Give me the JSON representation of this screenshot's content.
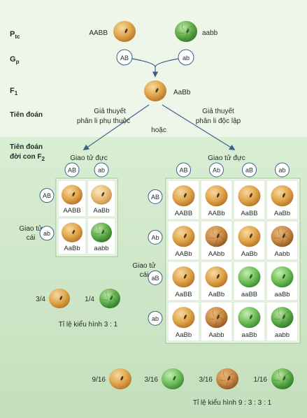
{
  "colors": {
    "background_top": "#eef6ea",
    "background_bottom": "#cfe6c8",
    "grid_cell": "#ffffff",
    "grid_border": "#9bc58e",
    "arrow": "#3a5f8c",
    "circle_border": "#3a5f8c"
  },
  "rows": {
    "ptc": {
      "P": "P",
      "sub": "tc",
      "left_genotype": "AABB",
      "right_genotype": "aabb"
    },
    "gp": {
      "G": "G",
      "sub": "p",
      "gamete_left": "AB",
      "gamete_right": "ab"
    },
    "f1": {
      "F": "F",
      "sub": "1",
      "genotype": "AaBb"
    },
    "prediction": "Tiên đoán",
    "hypothesis_left": [
      "Giả thuyết",
      "phân li phụ thuộc"
    ],
    "hypothesis_right": [
      "Giả thuyết",
      "phân li độc lập"
    ],
    "or_word": "hoặc",
    "f2_prediction": [
      "Tiên đoán",
      "đời con F"
    ],
    "f2_sub": "2"
  },
  "left_cross": {
    "male_title": "Giao tử đực",
    "female_title": [
      "Giao tử",
      "cái"
    ],
    "male_gametes": [
      "AB",
      "ab"
    ],
    "female_gametes": [
      "AB",
      "ab"
    ],
    "cells": [
      [
        {
          "genotype": "AABB",
          "seed": "yellow-smooth"
        },
        {
          "genotype": "AaBb",
          "seed": "yellow-pale"
        }
      ],
      [
        {
          "genotype": "AaBb",
          "seed": "yellow-smooth"
        },
        {
          "genotype": "aabb",
          "seed": "green-wrinkled"
        }
      ]
    ],
    "ratios": [
      {
        "label": "3/4",
        "seed": "yellow-smooth"
      },
      {
        "label": "1/4",
        "seed": "green-wrinkled"
      }
    ],
    "caption": "Tỉ lệ kiểu hình 3 : 1"
  },
  "right_cross": {
    "male_title": "Giao tử đực",
    "female_title": [
      "Giao tử",
      "cái"
    ],
    "male_gametes": [
      "AB",
      "Ab",
      "aB",
      "ab"
    ],
    "female_gametes": [
      "AB",
      "Ab",
      "aB",
      "ab"
    ],
    "cells": [
      [
        {
          "genotype": "AABB",
          "seed": "yellow-smooth"
        },
        {
          "genotype": "AABb",
          "seed": "yellow-smooth"
        },
        {
          "genotype": "AaBB",
          "seed": "yellow-smooth"
        },
        {
          "genotype": "AaBb",
          "seed": "yellow-smooth"
        }
      ],
      [
        {
          "genotype": "AABb",
          "seed": "yellow-smooth"
        },
        {
          "genotype": "AAbb",
          "seed": "yellow-wrinkled"
        },
        {
          "genotype": "AaBb",
          "seed": "yellow-smooth"
        },
        {
          "genotype": "Aabb",
          "seed": "yellow-wrinkled"
        }
      ],
      [
        {
          "genotype": "AaBB",
          "seed": "yellow-smooth"
        },
        {
          "genotype": "AaBb",
          "seed": "yellow-smooth"
        },
        {
          "genotype": "aaBB",
          "seed": "green-smooth"
        },
        {
          "genotype": "aaBb",
          "seed": "green-smooth"
        }
      ],
      [
        {
          "genotype": "AaBb",
          "seed": "yellow-smooth"
        },
        {
          "genotype": "Aabb",
          "seed": "yellow-wrinkled"
        },
        {
          "genotype": "aaBb",
          "seed": "green-smooth"
        },
        {
          "genotype": "aabb",
          "seed": "green-wrinkled"
        }
      ]
    ],
    "ratios": [
      {
        "label": "9/16",
        "seed": "yellow-smooth"
      },
      {
        "label": "3/16",
        "seed": "green-smooth"
      },
      {
        "label": "3/16",
        "seed": "yellow-wrinkled"
      },
      {
        "label": "1/16",
        "seed": "green-wrinkled"
      }
    ],
    "caption": "Tỉ lệ kiểu hình 9 : 3 : 3 : 1"
  }
}
